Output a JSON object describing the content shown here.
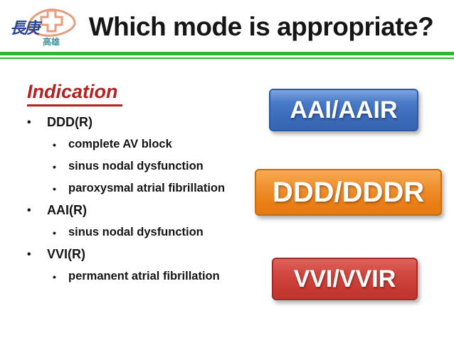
{
  "slide": {
    "title": "Which mode is appropriate?",
    "bullet_char": "•",
    "divider_color": "#2FB62F",
    "logo": {
      "hospital_name": "長庚",
      "branch_name": "高雄",
      "colors": {
        "hospital_name": "#2A4490",
        "branch_name": "#3D96A0",
        "cross_outline": "#E89C7D"
      }
    },
    "indication": {
      "heading": "Indication",
      "heading_color": "#B32222",
      "items": [
        {
          "label": "DDD(R)",
          "level": 1
        },
        {
          "label": "complete AV block",
          "level": 2
        },
        {
          "label": "sinus nodal dysfunction",
          "level": 2
        },
        {
          "label": "paroxysmal atrial fibrillation",
          "level": 2
        },
        {
          "label": "AAI(R)",
          "level": 1
        },
        {
          "label": "sinus nodal dysfunction",
          "level": 2
        },
        {
          "label": "VVI(R)",
          "level": 1
        },
        {
          "label": "permanent atrial fibrillation",
          "level": 2
        }
      ]
    },
    "modes": [
      {
        "label": "AAI/AAIR",
        "color": "#3A6ABA"
      },
      {
        "label": "DDD/DDDR",
        "color": "#EA7F17"
      },
      {
        "label": "VVI/VVIR",
        "color": "#C53831"
      }
    ]
  }
}
